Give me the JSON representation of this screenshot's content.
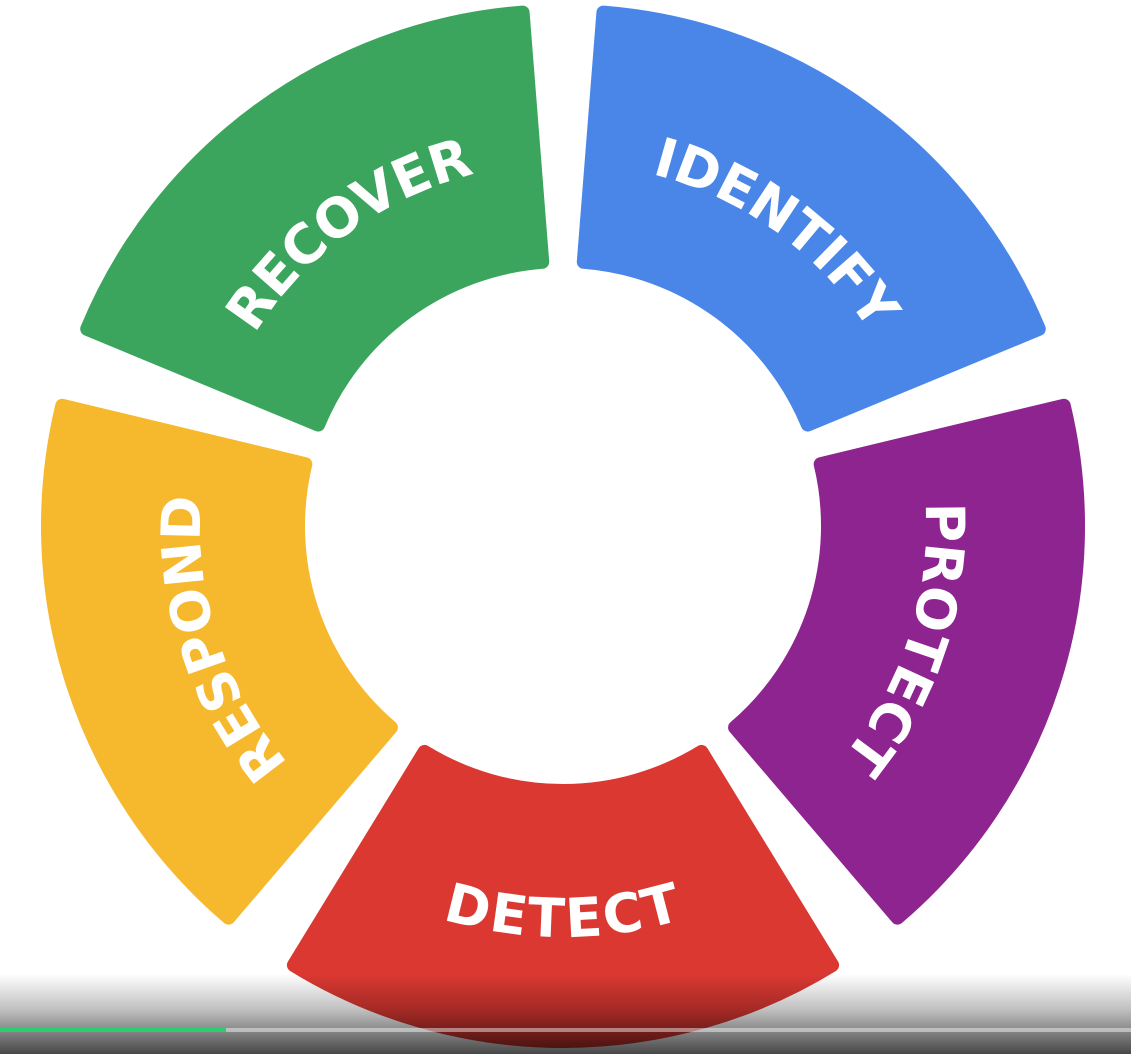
{
  "diagram": {
    "segments": [
      {
        "id": "identify",
        "label": "IDENTIFY",
        "color": "#4A86E8"
      },
      {
        "id": "protect",
        "label": "PROTECT",
        "color": "#8E2490"
      },
      {
        "id": "detect",
        "label": "DETECT",
        "color": "#DB3832"
      },
      {
        "id": "respond",
        "label": "RESPOND",
        "color": "#F6B82D"
      },
      {
        "id": "recover",
        "label": "RECOVER",
        "color": "#3BA55D"
      }
    ]
  },
  "video_player": {
    "progress_fraction": 0.2,
    "progress_color": "#2ECC71"
  }
}
